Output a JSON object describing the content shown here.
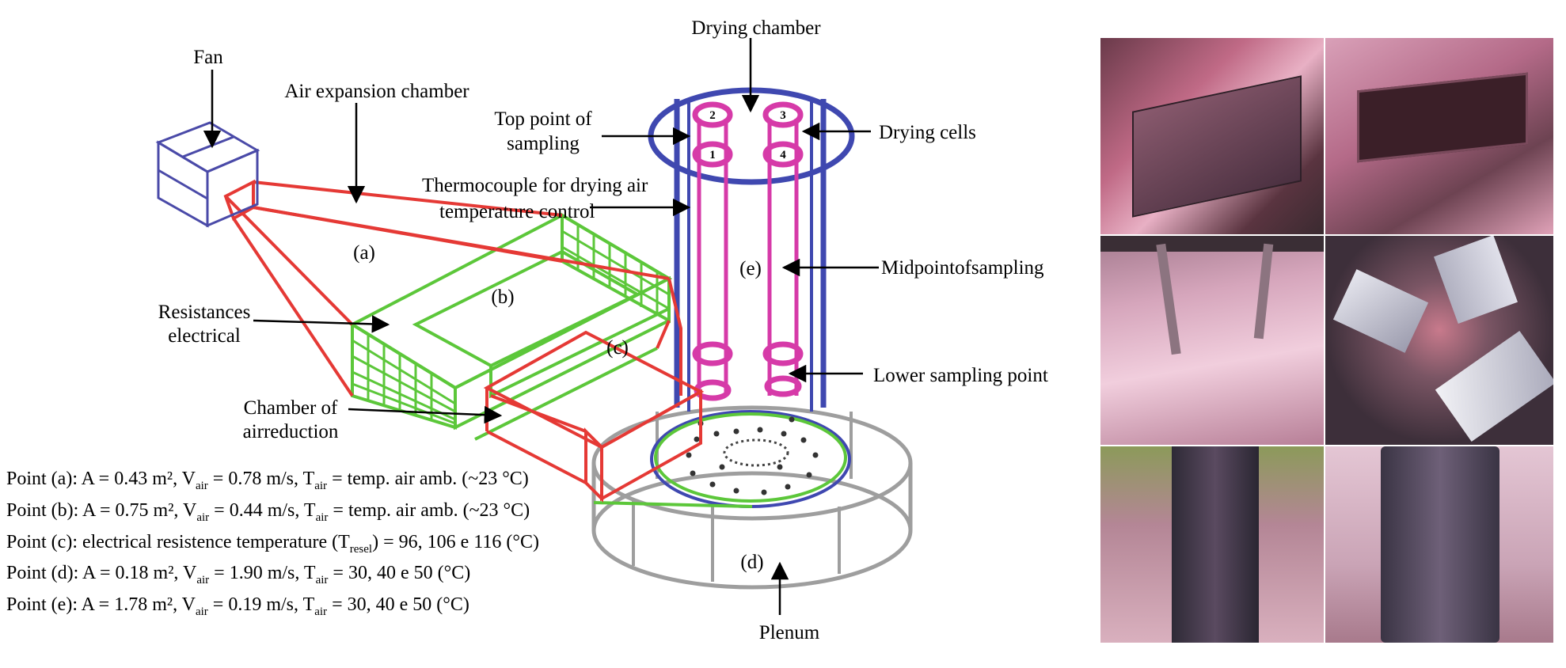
{
  "labels": {
    "fan": "Fan",
    "air_expansion_chamber": "Air expansion chamber",
    "drying_chamber": "Drying chamber",
    "top_point_line1": "Top point of",
    "top_point_line2": "sampling",
    "drying_cells": "Drying cells",
    "thermocouple_line1": "Thermocouple for drying air",
    "thermocouple_line2": "temperature control",
    "resistances_line1": "Resistances",
    "resistances_line2": "electrical",
    "midpoint": "Midpointofsampling",
    "lower_sampling": "Lower sampling point",
    "chamber_line1": "Chamber of",
    "chamber_line2": "airreduction",
    "plenum": "Plenum",
    "a": "(a)",
    "b": "(b)",
    "c": "(c)",
    "d": "(d)",
    "e": "(e)"
  },
  "cell_numbers": [
    "1",
    "2",
    "3",
    "4"
  ],
  "legend": [
    {
      "prefix": "Point (a): A = 0.43 m², V",
      "s1": "air",
      "mid": " = 0.78 m/s, T",
      "s2": "air",
      "suffix": " = temp. air  amb. (~23 °C)"
    },
    {
      "prefix": "Point (b): A = 0.75 m², V",
      "s1": "air",
      "mid": " = 0.44 m/s, T",
      "s2": "air",
      "suffix": " = temp. air amb. (~23 °C)"
    },
    {
      "prefix": "Point (c): electrical resistence temperature (T",
      "s1": "resel",
      "mid": ") = 96, 106 e 116 (°C)",
      "s2": "",
      "suffix": ""
    },
    {
      "prefix": "Point (d): A = 0.18 m², V",
      "s1": "air",
      "mid": " = 1.90 m/s, T",
      "s2": "air",
      "suffix": " = 30, 40 e 50 (°C)"
    },
    {
      "prefix": "Point (e): A = 1.78 m², V",
      "s1": "air",
      "mid": " = 0.19 m/s, T",
      "s2": "air",
      "suffix": " = 30, 40 e 50 (°C)"
    }
  ],
  "colors": {
    "fan": "#4a4aa8",
    "duct": "#e53935",
    "resistance": "#5cc73a",
    "chamber": "#3f48b0",
    "cells": "#d63aa8",
    "plenum": "#9e9e9e"
  }
}
